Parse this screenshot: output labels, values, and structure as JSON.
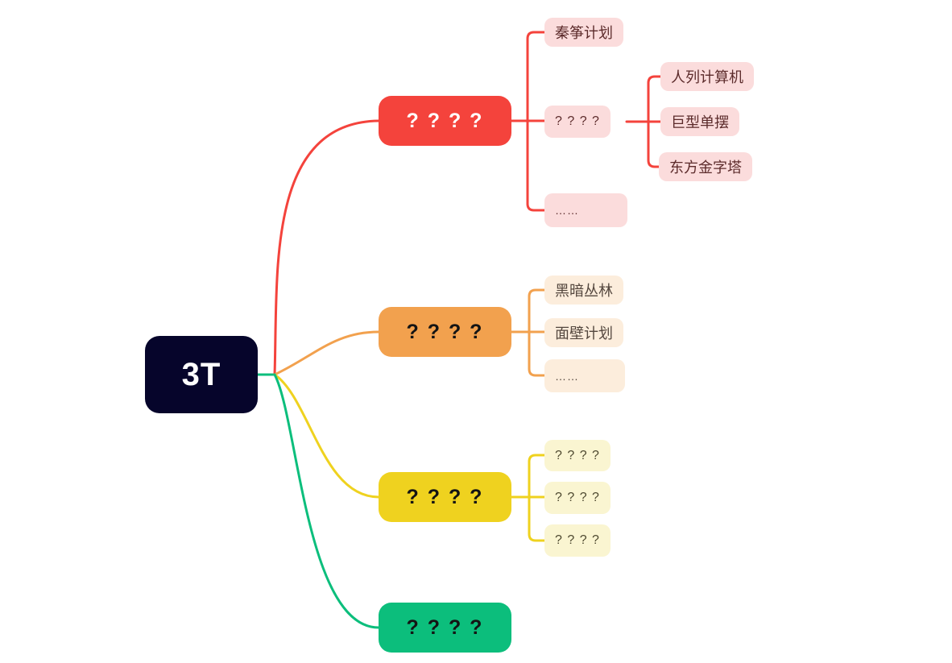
{
  "diagram": {
    "type": "mindmap",
    "background": "#FFFFFF"
  },
  "root": {
    "label": "3T",
    "bg": "#06052B",
    "text_color": "#FFFFFF"
  },
  "branches": [
    {
      "name": "red-branch",
      "color": "#F4433C",
      "node": {
        "label": "? ? ? ?",
        "text_color": "#FFFFFF"
      },
      "child_bg": "#FBDCDC",
      "child_text_color": "#5C2B2B",
      "children": [
        {
          "label": "秦筝计划"
        },
        {
          "label": "? ? ? ?",
          "children": [
            {
              "label": "人列计算机"
            },
            {
              "label": "巨型单摆"
            },
            {
              "label": "东方金字塔"
            }
          ]
        },
        {
          "label": "……"
        }
      ]
    },
    {
      "name": "orange-branch",
      "color": "#F2A14E",
      "node": {
        "label": "? ? ? ?",
        "text_color": "#141414"
      },
      "child_bg": "#FCEDDC",
      "child_text_color": "#54473E",
      "children": [
        {
          "label": "黑暗丛林"
        },
        {
          "label": "面壁计划"
        },
        {
          "label": "……"
        }
      ]
    },
    {
      "name": "yellow-branch",
      "color": "#EFD21F",
      "node": {
        "label": "? ? ? ?",
        "text_color": "#141414"
      },
      "child_bg": "#FAF5D1",
      "child_text_color": "#4E4930",
      "children": [
        {
          "label": "? ? ? ?"
        },
        {
          "label": "? ? ? ?"
        },
        {
          "label": "? ? ? ?"
        }
      ]
    },
    {
      "name": "green-branch",
      "color": "#0CBE7C",
      "node": {
        "label": "? ? ? ?",
        "text_color": "#141414"
      },
      "child_bg": "",
      "child_text_color": "",
      "children": []
    }
  ]
}
